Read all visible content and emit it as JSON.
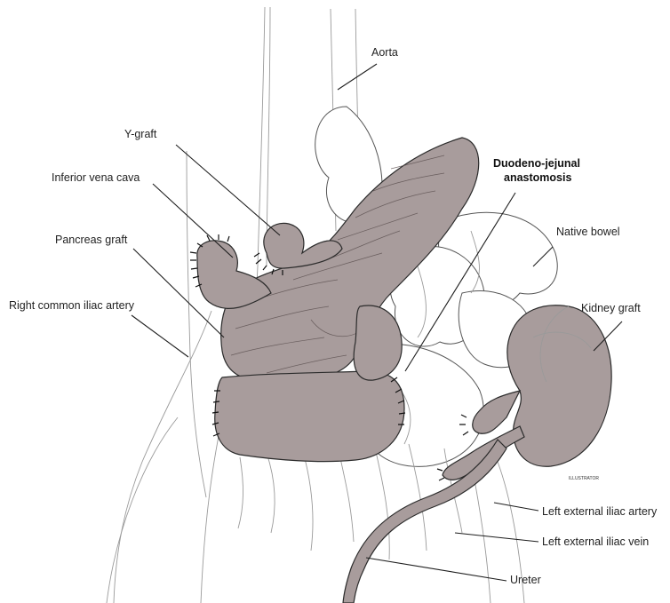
{
  "labels": {
    "aorta": "Aorta",
    "y_graft": "Y-graft",
    "inferior_vena_cava": "Inferior vena cava",
    "pancreas_graft": "Pancreas graft",
    "right_common_iliac_artery": "Right common iliac artery",
    "duodeno_jejunal_line1": "Duodeno-jejunal",
    "duodeno_jejunal_line2": "anastomosis",
    "native_bowel": "Native bowel",
    "kidney_graft": "Kidney graft",
    "left_external_iliac_artery": "Left external iliac artery",
    "left_external_iliac_vein": "Left external iliac vein",
    "ureter": "Ureter"
  },
  "signature": "ILLUSTRATOR",
  "colors": {
    "organ_fill": "#a89c9c",
    "organ_dark": "#8f8282",
    "line": "#1e1e1e",
    "background": "#ffffff"
  }
}
